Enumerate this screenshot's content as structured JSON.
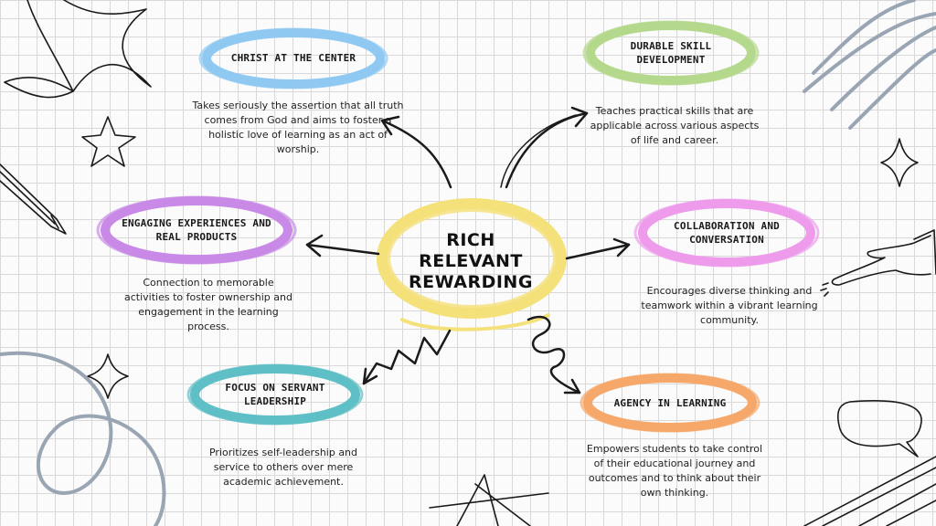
{
  "center": {
    "lines": [
      "RICH",
      "RELEVANT",
      "REWARDING"
    ],
    "color": "#f5e17a"
  },
  "nodes": [
    {
      "id": "christ",
      "title": "CHRIST AT THE CENTER",
      "description": "Takes seriously the assertion that all truth comes from God and aims to foster a holistic love of learning as an act of worship.",
      "color": "#8fc9f2"
    },
    {
      "id": "durable",
      "title": "DURABLE SKILL DEVELOPMENT",
      "description": "Teaches practical skills that are applicable across various aspects of life and career.",
      "color": "#b5d98c"
    },
    {
      "id": "engaging",
      "title": "ENGAGING EXPERIENCES AND REAL PRODUCTS",
      "description": "Connection to memorable activities to foster ownership and engagement in the learning process.",
      "color": "#c88ae6"
    },
    {
      "id": "collab",
      "title": "COLLABORATION AND CONVERSATION",
      "description": "Encourages diverse thinking and teamwork within a vibrant learning community.",
      "color": "#ee9bec"
    },
    {
      "id": "servant",
      "title": "FOCUS ON SERVANT LEADERSHIP",
      "description": "Prioritizes self-leadership and service to others over mere academic achievement.",
      "color": "#5fbfc6"
    },
    {
      "id": "agency",
      "title": "AGENCY IN LEARNING",
      "description": "Empowers students to take control of their educational journey and outcomes and to think about their own thinking.",
      "color": "#f5a86a"
    }
  ]
}
